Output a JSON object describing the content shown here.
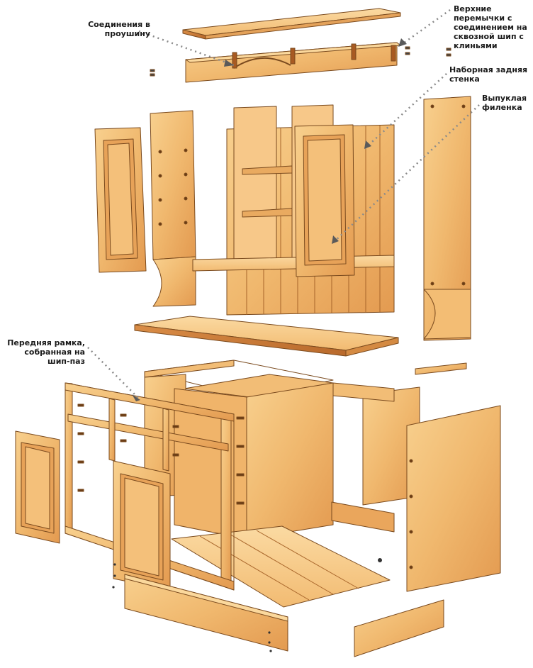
{
  "callouts": {
    "bridle_joint": "Соединения в\nпроушину",
    "top_rails": "Верхние перемычки с\nсоединением на\nсквозной шип с\nклиньями",
    "back_boards": "Наборная задняя стенка",
    "raised_panel": "Выпуклая\nфиленка",
    "face_frame": "Передняя рамка,\nсобранная на шип-паз"
  },
  "colors": {
    "wood_light": "#f5c27a",
    "wood_mid": "#eaa65c",
    "wood_dark": "#c9793a",
    "outline": "#7a4a1e",
    "leader": "#8a8a8a"
  }
}
